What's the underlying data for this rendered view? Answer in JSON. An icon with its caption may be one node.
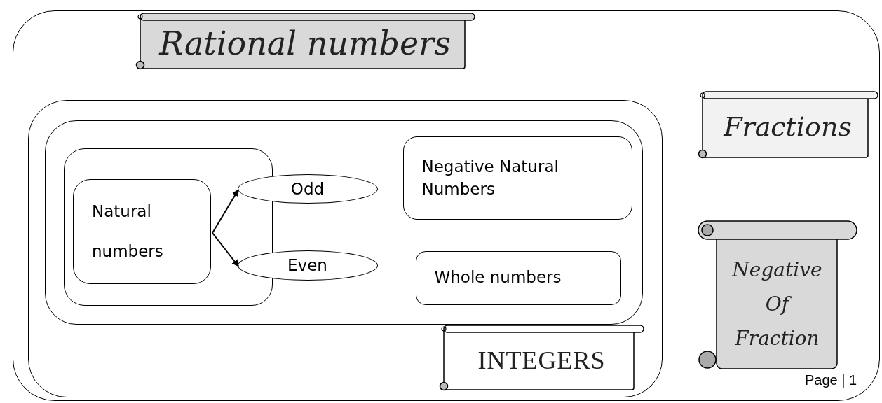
{
  "diagram": {
    "nodes": [
      {
        "text": [],
        "shape": "box"
      },
      {
        "text": [
          "Rational numbers"
        ],
        "in": 0
      },
      {
        "text": [],
        "shape": "box",
        "in": 0
      },
      {
        "text": [],
        "shape": "box",
        "in": 2
      },
      {
        "text": [],
        "shape": "box",
        "in": 3
      },
      {
        "text": [
          "Natural numbers"
        ],
        "in": 4
      },
      {
        "text": [
          "Odd"
        ],
        "in": 3
      },
      {
        "text": [
          "Even"
        ],
        "in": 3
      },
      {
        "text": [
          "Negative Natural Numbers"
        ],
        "in": 3
      },
      {
        "text": [
          "Whole numbers"
        ],
        "in": 3
      },
      {
        "text": [
          "INTEGERS"
        ],
        "in": 2
      },
      {
        "text": [
          "Fractions"
        ],
        "in": 0
      },
      {
        "text": [
          "Negative Of Fraction"
        ],
        "in": 0
      }
    ],
    "edges": [
      {
        "from": 5,
        "to": 6,
        "arrow": "to"
      },
      {
        "from": 5,
        "to": 7,
        "arrow": "to"
      }
    ],
    "labels": [
      "Page | 1"
    ]
  }
}
